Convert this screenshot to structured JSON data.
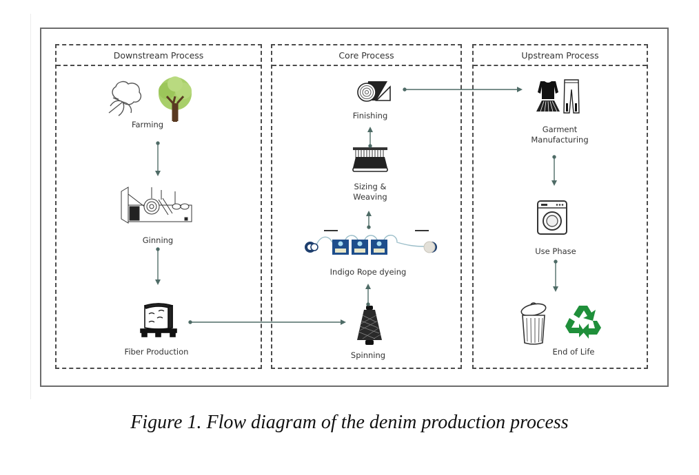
{
  "figure": {
    "caption": "Figure 1. Flow diagram of the denim production process"
  },
  "panels": [
    {
      "title": "Downstream Process"
    },
    {
      "title": "Core Process"
    },
    {
      "title": "Upstream Process"
    }
  ],
  "steps": {
    "farming": {
      "label": "Farming",
      "icons": [
        "cotton-boll-icon",
        "tree-icon"
      ]
    },
    "ginning": {
      "label": "Ginning",
      "icons": [
        "ginning-machine-icon"
      ]
    },
    "fiber_production": {
      "label": "Fiber Production",
      "icons": [
        "fiber-bale-icon"
      ]
    },
    "spinning": {
      "label": "Spinning",
      "icons": [
        "yarn-cone-icon"
      ]
    },
    "indigo_rope_dyeing": {
      "label": "Indigo Rope dyeing",
      "icons": [
        "dyeing-line-icon"
      ]
    },
    "sizing_weaving": {
      "label_line1": "Sizing &",
      "label_line2": "Weaving",
      "icons": [
        "loom-icon"
      ]
    },
    "finishing": {
      "label": "Finishing",
      "icons": [
        "fabric-roll-icon"
      ]
    },
    "garment_manufacturing": {
      "label_line1": "Garment",
      "label_line2": "Manufacturing",
      "icons": [
        "dress-icon",
        "jeans-icon"
      ]
    },
    "use_phase": {
      "label": "Use Phase",
      "icons": [
        "washing-machine-icon"
      ]
    },
    "end_of_life": {
      "label": "End of Life",
      "icons": [
        "trash-can-icon",
        "recycle-icon"
      ]
    }
  },
  "flows": [
    [
      "Farming",
      "Ginning"
    ],
    [
      "Ginning",
      "Fiber Production"
    ],
    [
      "Fiber Production",
      "Spinning"
    ],
    [
      "Spinning",
      "Indigo Rope dyeing"
    ],
    [
      "Indigo Rope dyeing",
      "Sizing & Weaving"
    ],
    [
      "Sizing & Weaving",
      "Finishing"
    ],
    [
      "Finishing",
      "Garment Manufacturing"
    ],
    [
      "Garment Manufacturing",
      "Use Phase"
    ],
    [
      "Use Phase",
      "End of Life"
    ]
  ],
  "colors": {
    "arrow": "#4e6b66",
    "recycle": "#1f8f3a",
    "indigo": "#1e4e8c",
    "tree_leaves": "#a8cf6a",
    "tree_trunk": "#5a3a22"
  }
}
